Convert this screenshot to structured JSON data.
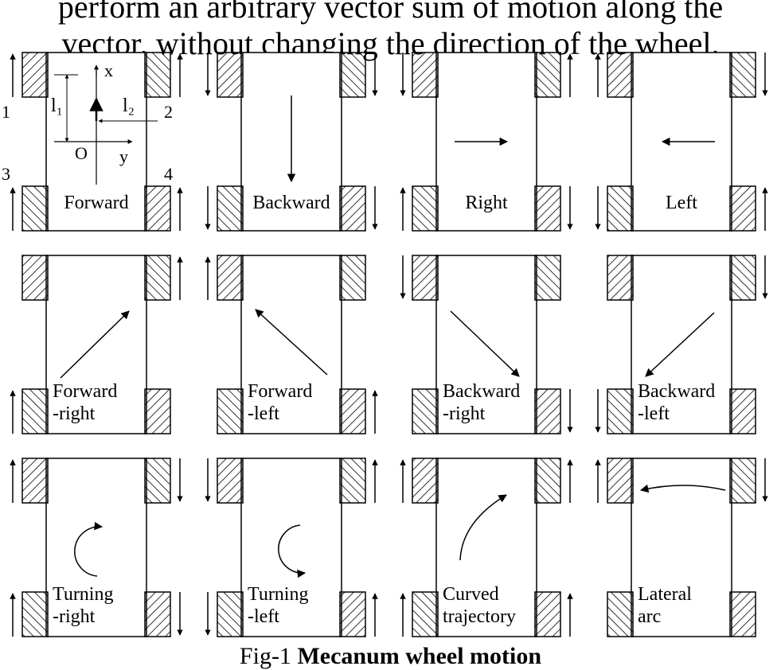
{
  "text": {
    "line1": "perform an arbitrary vector sum of motion along the",
    "line2": "vector, without changing the direction of the wheel."
  },
  "caption": {
    "prefix": "Fig-1 ",
    "title": "Mecanum wheel motion"
  },
  "axes": {
    "x": "x",
    "y": "y",
    "origin": "O",
    "l1": "l₁",
    "l2": "l₂",
    "wheel_numbers": [
      "1",
      "2",
      "3",
      "4"
    ]
  },
  "panels": [
    {
      "label": [
        "Forward"
      ],
      "wheels": [
        "up",
        "up",
        "up",
        "up"
      ]
    },
    {
      "label": [
        "Backward"
      ],
      "wheels": [
        "down",
        "down",
        "down",
        "down"
      ]
    },
    {
      "label": [
        "Right"
      ],
      "wheels": [
        "down",
        "up",
        "up",
        "down"
      ]
    },
    {
      "label": [
        "Left"
      ],
      "wheels": [
        "up",
        "down",
        "down",
        "up"
      ]
    },
    {
      "label": [
        "Forward",
        "-right"
      ],
      "wheels": [
        "none",
        "up",
        "up",
        "none"
      ]
    },
    {
      "label": [
        "Forward",
        "-left"
      ],
      "wheels": [
        "up",
        "none",
        "none",
        "up"
      ]
    },
    {
      "label": [
        "Backward",
        "-right"
      ],
      "wheels": [
        "down",
        "none",
        "none",
        "down"
      ]
    },
    {
      "label": [
        "Backward",
        "-left"
      ],
      "wheels": [
        "none",
        "down",
        "down",
        "none"
      ]
    },
    {
      "label": [
        "Turning",
        "-right"
      ],
      "wheels": [
        "up",
        "down",
        "up",
        "down"
      ]
    },
    {
      "label": [
        "Turning",
        "-left"
      ],
      "wheels": [
        "down",
        "up",
        "down",
        "up"
      ]
    },
    {
      "label": [
        "Curved",
        "trajectory"
      ],
      "wheels": [
        "up",
        "up",
        "up",
        "up"
      ]
    },
    {
      "label": [
        "Lateral",
        "arc"
      ],
      "wheels": [
        "up",
        "down",
        "none",
        "none"
      ]
    }
  ]
}
